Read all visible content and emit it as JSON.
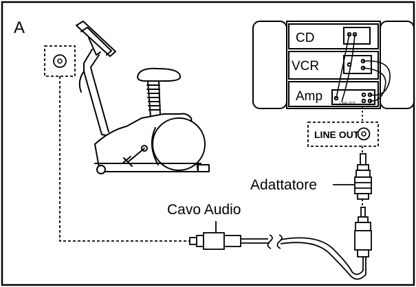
{
  "figure": {
    "panel_letter": "A",
    "stereo": {
      "cd_label": "CD",
      "vcr_label": "VCR",
      "amp_label": "Amp",
      "amp_jack_label": "LINE OUT"
    },
    "line_out_box_label": "LINE OUT",
    "adapter_label": "Adattatore",
    "audio_cable_label": "Cavo Audio"
  }
}
